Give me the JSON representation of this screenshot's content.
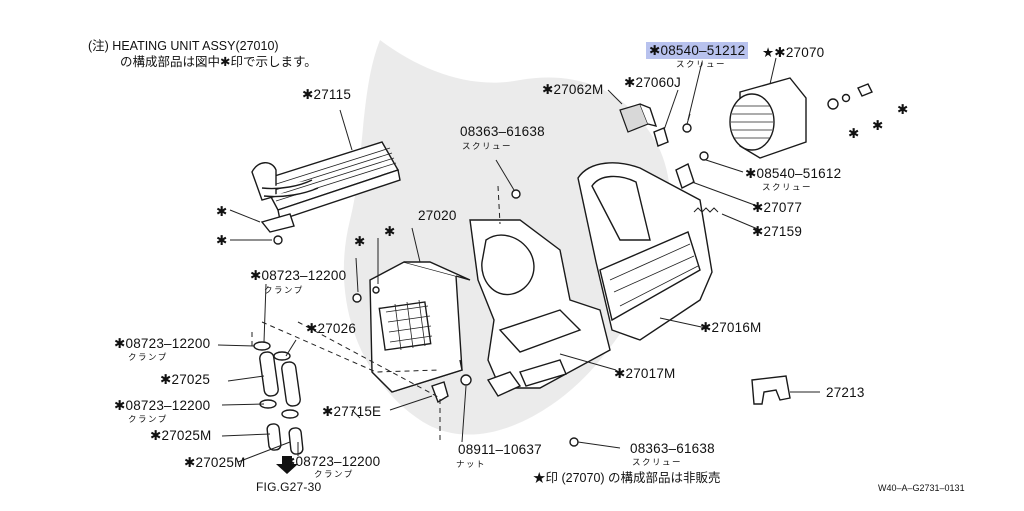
{
  "diagram": {
    "note": {
      "line1": "(注) HEATING UNIT ASSY(27010)",
      "line2": "の構成部品は図中✱印で示します。"
    },
    "callouts": [
      {
        "id": "27115",
        "text": "✱27115"
      },
      {
        "id": "08363-61638-a",
        "text": "08363–61638",
        "sub": "スクリュー"
      },
      {
        "id": "27062m",
        "text": "✱27062M"
      },
      {
        "id": "27060j",
        "text": "✱27060J"
      },
      {
        "id": "08540-51212",
        "text": "✱08540–51212",
        "sub": "スクリュー",
        "highlight": true
      },
      {
        "id": "27070",
        "text": "★✱27070"
      },
      {
        "id": "08540-51612",
        "text": "✱08540–51612",
        "sub": "スクリュー"
      },
      {
        "id": "27077",
        "text": "✱27077"
      },
      {
        "id": "27159",
        "text": "✱27159"
      },
      {
        "id": "27020",
        "text": "27020"
      },
      {
        "id": "08723-12200-a",
        "text": "✱08723–12200",
        "sub": "クランプ"
      },
      {
        "id": "08723-12200-b",
        "text": "✱08723–12200",
        "sub": "クランプ"
      },
      {
        "id": "27026",
        "text": "✱27026"
      },
      {
        "id": "27025",
        "text": "✱27025"
      },
      {
        "id": "08723-12200-c",
        "text": "✱08723–12200",
        "sub": "クランプ"
      },
      {
        "id": "27025m",
        "text": "✱27025M"
      },
      {
        "id": "27025m-b",
        "text": "✱27025M"
      },
      {
        "id": "08723-12200-d",
        "text": "✱08723–12200",
        "sub": "クランプ"
      },
      {
        "id": "27715e",
        "text": "✱27715E"
      },
      {
        "id": "08911-10637",
        "text": "08911–10637",
        "sub": "ナット"
      },
      {
        "id": "08363-61638-b",
        "text": "08363–61638",
        "sub": "スクリュー"
      },
      {
        "id": "27016m",
        "text": "✱27016M"
      },
      {
        "id": "27017m",
        "text": "✱27017M"
      },
      {
        "id": "27213",
        "text": "27213"
      }
    ],
    "asterisks": "✱",
    "fig_ref": "FIG.G27-30",
    "footer_note": "★印 (27070) の構成部品は非販売",
    "drawing_code": "W40–A–G2731–0131",
    "highlight_color": "#b8c2ee"
  }
}
